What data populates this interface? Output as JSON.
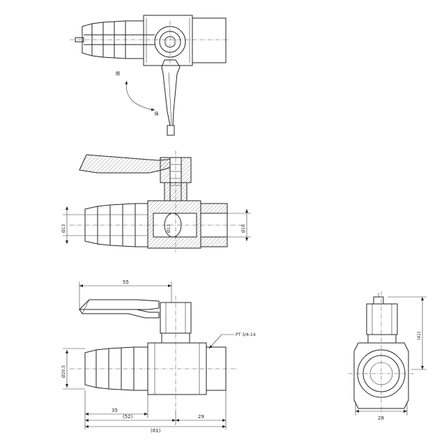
{
  "colors": {
    "line": "#222222",
    "background": "#ffffff"
  },
  "top_view": {
    "label_open": "開",
    "label_close": "閉"
  },
  "section_view": {
    "dim_left_dia": "Ø13",
    "dim_center_dia": "Ø13",
    "dim_right_dia": "Ø16"
  },
  "front_view": {
    "dim_handle": "55",
    "thread_label": "PT 3/4-14",
    "dim_body_dia": "Ø20.5",
    "dim_hose_len": "35",
    "dim_body_len": "(52)",
    "dim_thread_len": "29",
    "dim_total_len": "(81)"
  },
  "side_view": {
    "dim_height": "(41)",
    "dim_width": "28"
  }
}
